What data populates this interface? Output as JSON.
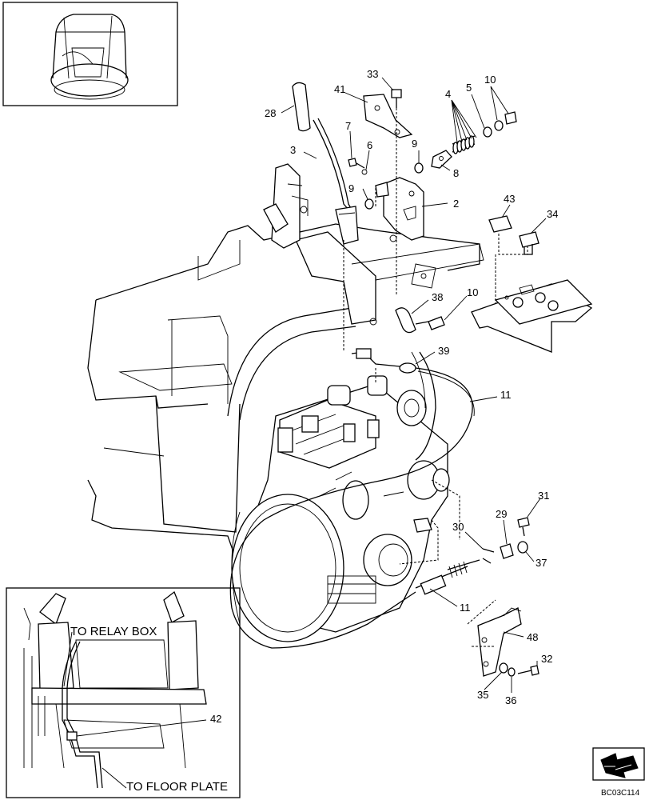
{
  "callouts": [
    "33",
    "41",
    "28",
    "4",
    "5",
    "10",
    "7",
    "6",
    "3",
    "9",
    "8",
    "9",
    "2",
    "43",
    "34",
    "38",
    "10",
    "39",
    "11",
    "31",
    "29",
    "30",
    "37",
    "11",
    "48",
    "32",
    "35",
    "36",
    "42"
  ],
  "inset": {
    "relay_label": "TO RELAY BOX",
    "floor_label": "TO FLOOR PLATE"
  },
  "figure_code": "BC03C114",
  "icons": {
    "cab": "cab-locator-icon",
    "nav": "direction-arrow-icon"
  }
}
